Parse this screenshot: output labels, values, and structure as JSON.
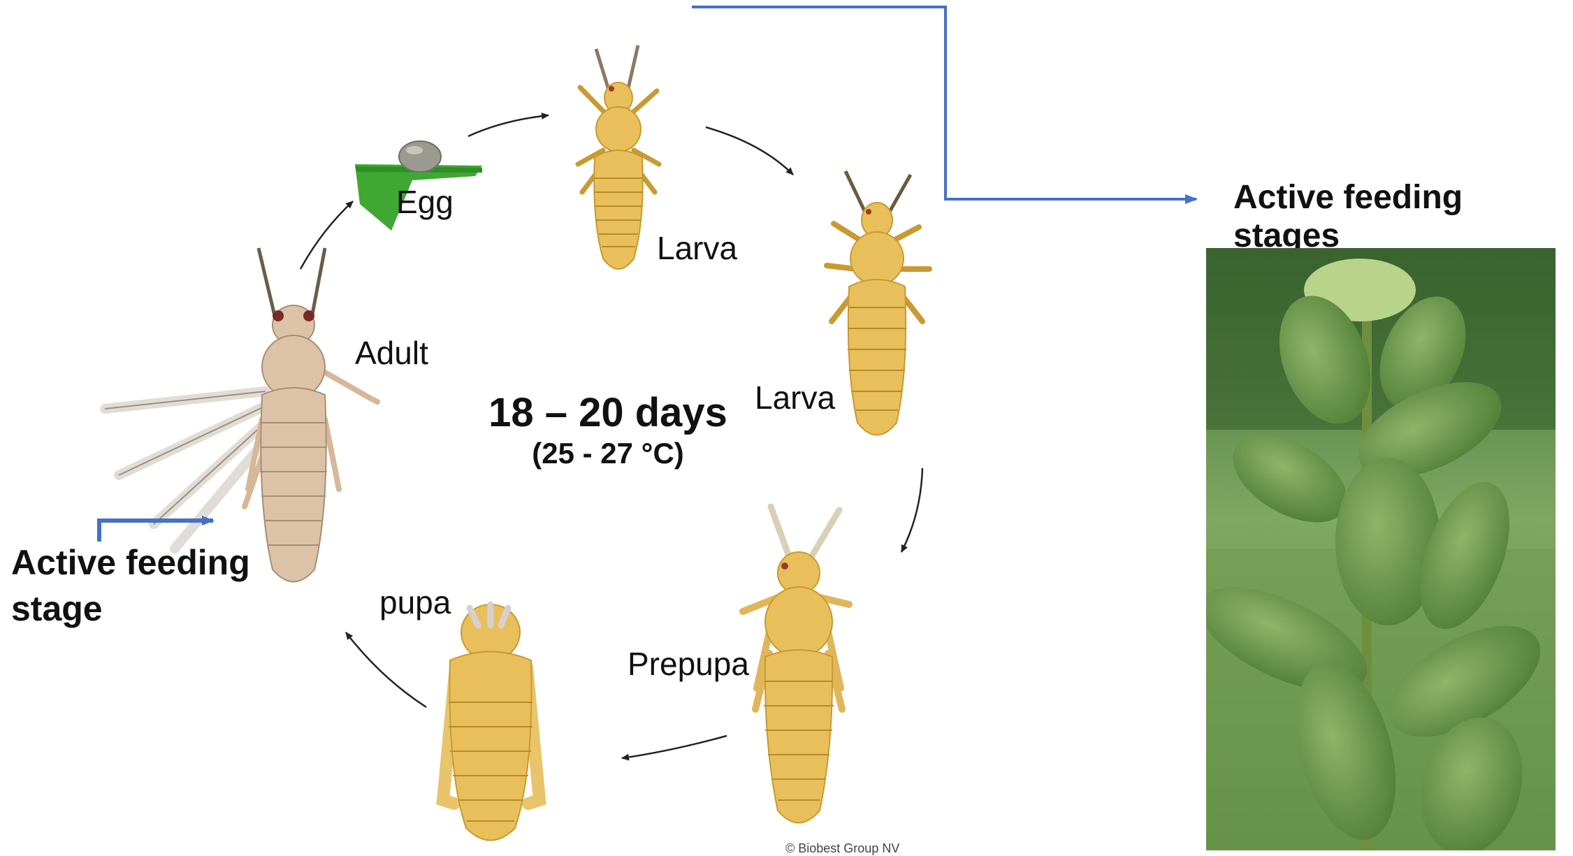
{
  "diagram": {
    "stages": {
      "egg": "Egg",
      "larva1": "Larva",
      "larva2": "Larva",
      "prepupa": "Prepupa",
      "pupa": "pupa",
      "adult": "Adult"
    },
    "duration": "18 – 20 days",
    "temperature": "(25 - 27 °C)",
    "active_feeding_stage_left_line1": "Active feeding",
    "active_feeding_stage_left_line2": "stage",
    "active_feeding_stages_right": "Active feeding stages",
    "copyright": "© Biobest Group NV"
  },
  "colors": {
    "connector_blue": "#4472c4",
    "insect_yellow": "#e8bf5a",
    "insect_yellow_dark": "#c99a32",
    "adult_tan": "#dcc3a8",
    "leaf_green": "#5b8a3c",
    "egg_grey": "#9a9a90"
  },
  "icons": [
    "thrips-egg-icon",
    "thrips-larva-icon",
    "thrips-prepupa-icon",
    "thrips-pupa-icon",
    "thrips-adult-icon",
    "plant-photo"
  ]
}
